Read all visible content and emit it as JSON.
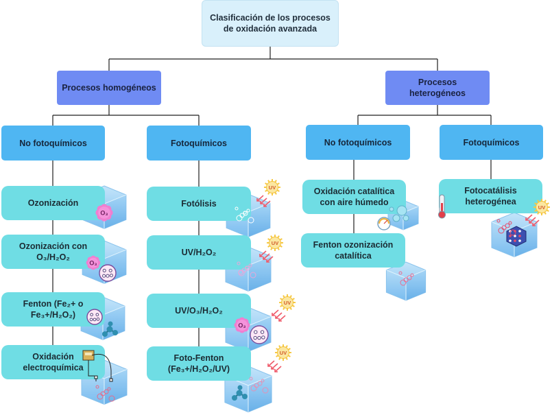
{
  "title": "Clasificación de los procesos de oxidación avanzada",
  "branches": [
    {
      "label": "Procesos homogéneos",
      "groups": [
        {
          "label": "No fotoquímicos",
          "items": [
            "Ozonización",
            "Ozonización con O₃/H₂O₂",
            "Fenton (Fe₂+ o Fe₃+/H₂O₂)",
            "Oxidación electroquímica"
          ]
        },
        {
          "label": "Fotoquímicos",
          "items": [
            "Fotólisis",
            "UV/H₂O₂",
            "UV/O₃/H₂O₂",
            "Foto-Fenton (Fe₃+/H₂O₂/UV)"
          ]
        }
      ]
    },
    {
      "label": "Procesos heterogéneos",
      "groups": [
        {
          "label": "No fotoquímicos",
          "items": [
            "Oxidación catalítica con aire húmedo",
            "Fenton ozonización catalítica"
          ]
        },
        {
          "label": "Fotoquímicos",
          "items": [
            "Fotocatálisis heterogénea"
          ]
        }
      ]
    }
  ],
  "badges": {
    "uv": "UV",
    "ozone": "O₃"
  }
}
